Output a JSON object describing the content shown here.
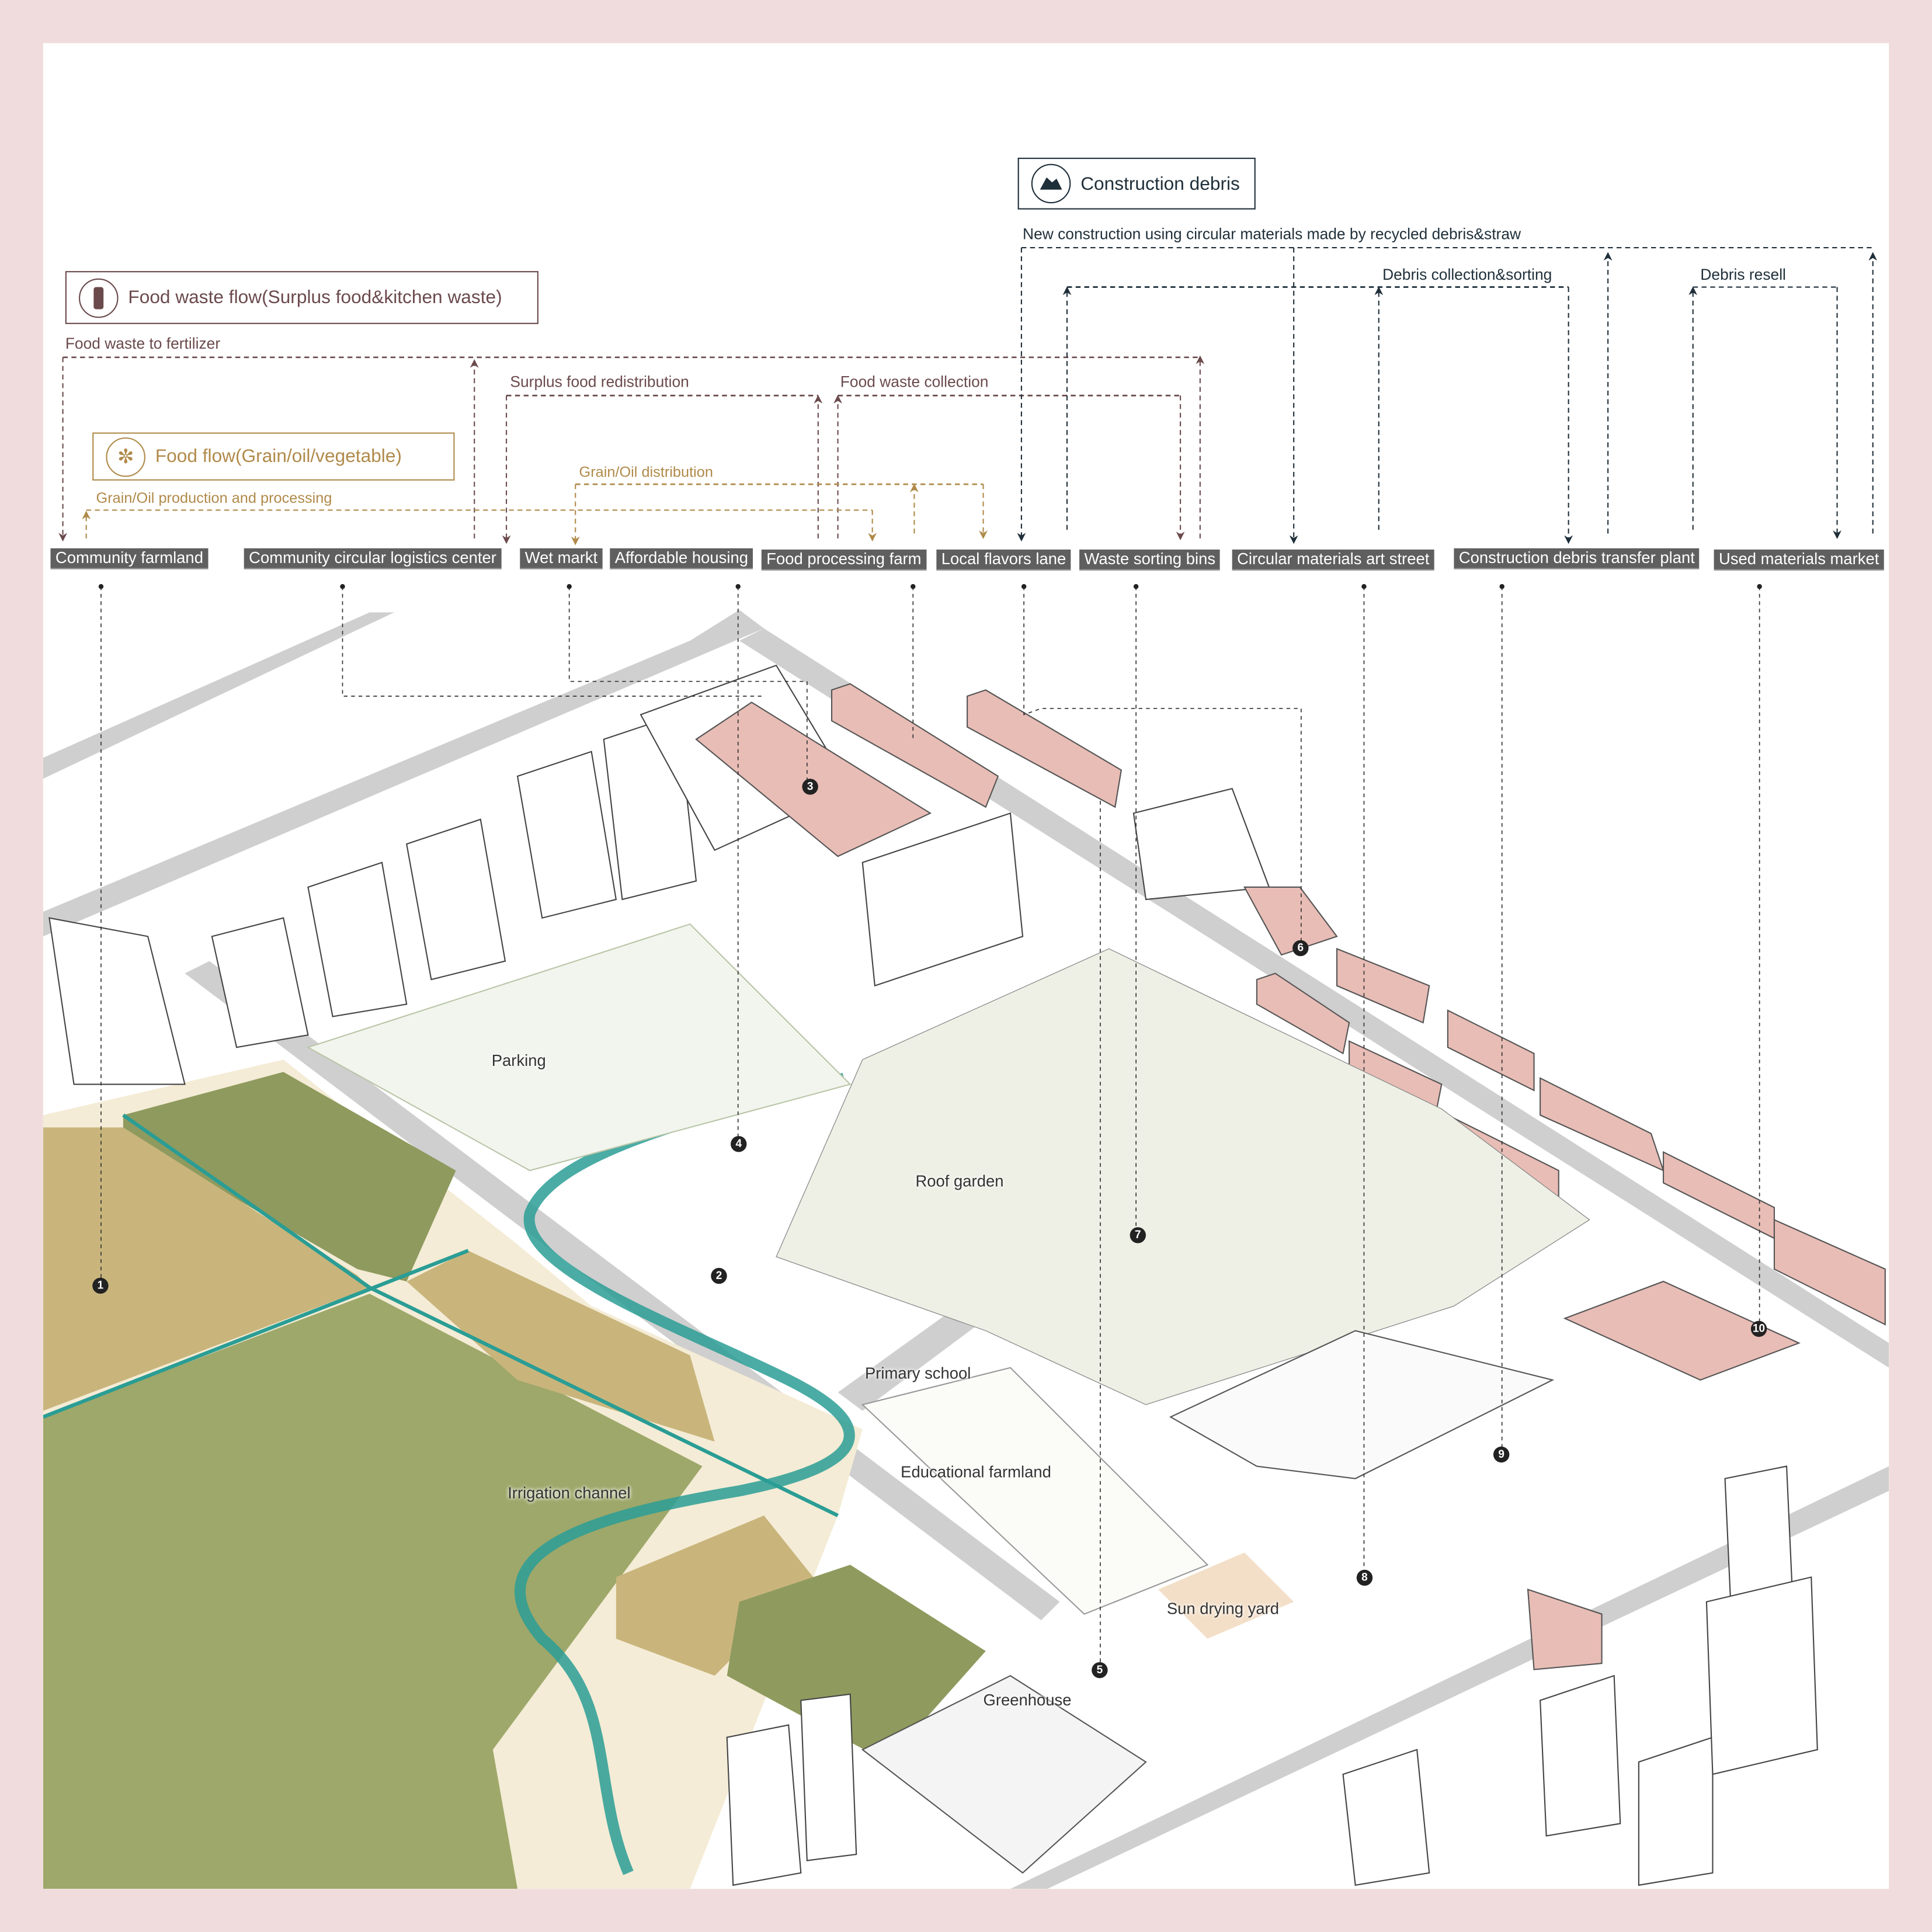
{
  "legends": {
    "food_waste": {
      "title": "Food waste flow(Surplus food&kitchen waste)",
      "icon": "apple-core-icon",
      "color": "#6b4a4c"
    },
    "food": {
      "title": "Food flow(Grain/oil/vegetable)",
      "icon": "wheat-icon",
      "color": "#b08a4a"
    },
    "debris": {
      "title": "Construction debris",
      "icon": "rubble-icon",
      "color": "#1f2f3a"
    }
  },
  "flows": {
    "food_waste_to_fertilizer": "Food waste to fertilizer",
    "surplus_food_redistribution": "Surplus food redistribution",
    "food_waste_collection": "Food waste collection",
    "grain_oil_distribution": "Grain/Oil distribution",
    "grain_oil_production": "Grain/Oil production and processing",
    "new_construction": "New construction using circular materials made by recycled debris&straw",
    "debris_collection": "Debris collection&sorting",
    "debris_resell": "Debris resell"
  },
  "nodes": [
    "Community farmland",
    "Community circular logistics center",
    "Wet markt",
    "Affordable housing",
    "Food processing farm",
    "Local flavors lane",
    "Waste sorting bins",
    "Circular materials art street",
    "Construction debris transfer plant",
    "Used materials market"
  ],
  "map_labels": {
    "parking": "Parking",
    "roof_garden": "Roof garden",
    "primary_school": "Primary school",
    "educational_farmland": "Educational farmland",
    "irrigation_channel": "Irrigation channel",
    "sun_drying_yard": "Sun drying yard",
    "greenhouse": "Greenhouse"
  },
  "markers": [
    "1",
    "2",
    "3",
    "4",
    "5",
    "6",
    "7",
    "8",
    "9",
    "10"
  ],
  "colors": {
    "frame": "#f0dcdc",
    "node_bg": "#5f5f5f",
    "farmland": "#9fa56a",
    "water": "#1f9a96",
    "pink_building": "#e8bdb6",
    "road": "#c8c8c8"
  }
}
